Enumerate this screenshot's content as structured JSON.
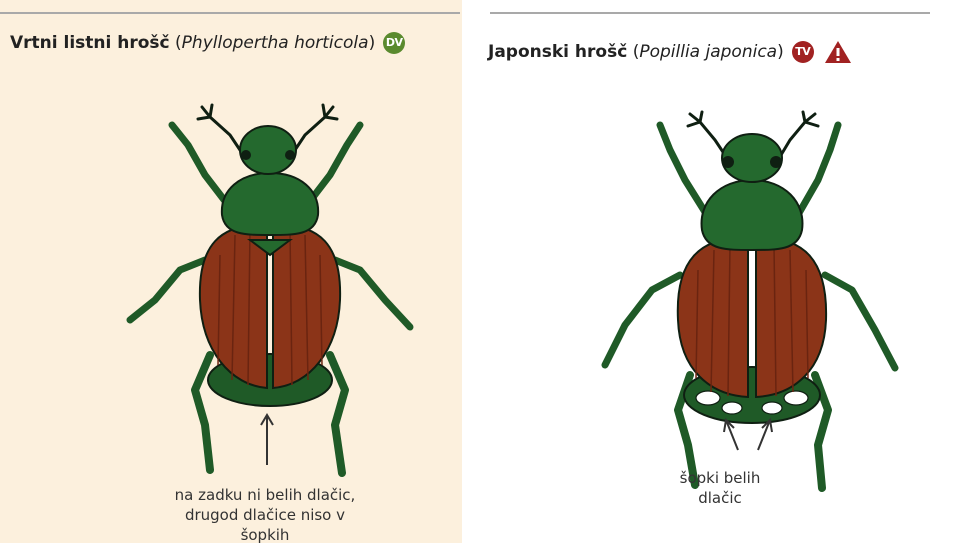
{
  "left": {
    "title_common": "Vrtni listni hrošč",
    "title_open": "(",
    "title_latin": "Phyllopertha horticola",
    "title_close": ")",
    "badge": "DV",
    "caption": [
      "na zadku ni belih dlačic,",
      "drugod dlačice niso v",
      "šopkih"
    ],
    "colors": {
      "background": "#fcf0dd",
      "badge": "#5a8a2e"
    }
  },
  "right": {
    "title_common": "Japonski hrošč",
    "title_open": "(",
    "title_latin": "Popillia japonica",
    "title_close": ")",
    "badge": "TV",
    "warning_icon": "warning-triangle-icon",
    "caption": [
      "šopki belih",
      "dlačic"
    ],
    "colors": {
      "background": "#ffffff",
      "badge": "#a12222",
      "warning": "#a12222"
    }
  },
  "beetle_colors": {
    "head_pronotum": "#24692e",
    "elytra": "#8b3418",
    "legs": "#1f5a27",
    "outline": "#0f1f12"
  }
}
